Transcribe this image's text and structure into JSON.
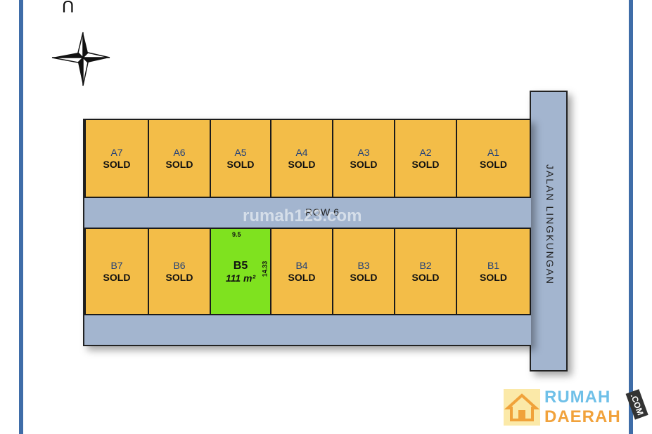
{
  "north_label": "U",
  "row_label": "ROW 6",
  "street_label": "JALAN LINGKUNGAN",
  "watermark": "rumah123.com",
  "lots_top": [
    {
      "code": "A7",
      "status": "SOLD"
    },
    {
      "code": "A6",
      "status": "SOLD"
    },
    {
      "code": "A5",
      "status": "SOLD"
    },
    {
      "code": "A4",
      "status": "SOLD"
    },
    {
      "code": "A3",
      "status": "SOLD"
    },
    {
      "code": "A2",
      "status": "SOLD"
    },
    {
      "code": "A1",
      "status": "SOLD"
    }
  ],
  "lots_bottom": [
    {
      "code": "B7",
      "status": "SOLD"
    },
    {
      "code": "B6",
      "status": "SOLD"
    },
    {
      "code": "B5",
      "area": "111 m²",
      "width": "9.5",
      "depth": "14.33",
      "highlight": true
    },
    {
      "code": "B4",
      "status": "SOLD"
    },
    {
      "code": "B3",
      "status": "SOLD"
    },
    {
      "code": "B2",
      "status": "SOLD"
    },
    {
      "code": "B1",
      "status": "SOLD"
    }
  ],
  "brand": {
    "word1": "RUMAH",
    "word2": "DAERAH",
    "suffix": ".COM"
  },
  "colors": {
    "sold": "#f3bd48",
    "available": "#7fe21f",
    "road": "#a3b5cf",
    "border": "#3f6da8"
  },
  "icons": {
    "compass": "compass-rose-icon",
    "brand_logo": "house-icon"
  }
}
